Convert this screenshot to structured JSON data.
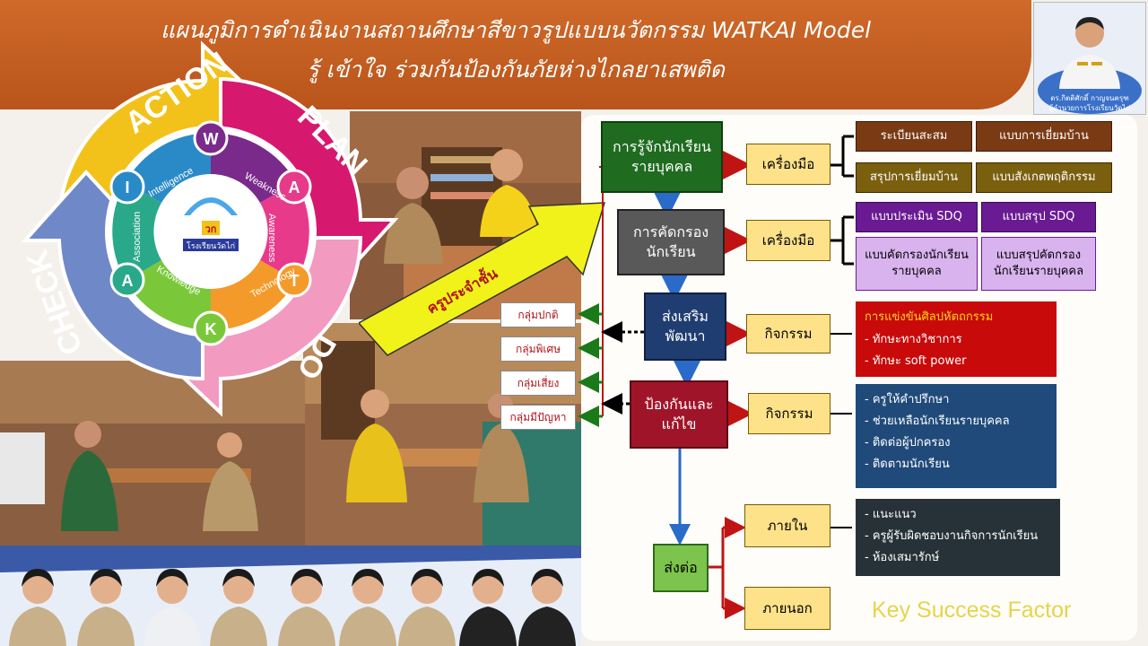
{
  "header": {
    "title_line1": "แผนภูมิการดำเนินงานสถานศึกษาสีขาวรูปแบบนวัตกรรม WATKAI  Model",
    "title_line2": "รู้ เข้าใจ ร่วมกันป้องกันภัยห่างไกลยาเสพติด",
    "director_caption_1": "ดร.กิตติศักดิ์ กาญจนครุฑ",
    "director_caption_2": "ผู้อำนวยการโรงเรียนวัดไก่"
  },
  "cycle": {
    "ring_labels": [
      "ACTION",
      "PLAN",
      "DO",
      "CHECK"
    ],
    "letters": [
      "W",
      "A",
      "T",
      "K",
      "A",
      "I"
    ],
    "words": [
      "Weakness",
      "Awareness",
      "Technology",
      "Knowledge",
      "Association",
      "Intelligence"
    ],
    "logo_letters": "วก",
    "logo_name": "โรงเรียนวัดไก่",
    "colors": {
      "action": "#f3c21a",
      "plan": "#d6196e",
      "do": "#f39ac1",
      "check": "#6f88c8"
    }
  },
  "banner": {
    "label": "ครูประจำชั้น",
    "color": "#f0f21a"
  },
  "groups": [
    "กลุ่มปกติ",
    "กลุ่มพิเศษ",
    "กลุ่มเสี่ยง",
    "กลุ่มมีปัญหา"
  ],
  "flow": {
    "step1": "การรู้จักนักเรียนรายบุคคล",
    "step2": "การคัดกรองนักเรียน",
    "step3": "ส่งเสริมพัฒนา",
    "step4": "ป้องกันและแก้ไข",
    "step5": "ส่งต่อ",
    "tool1": "เครื่องมือ",
    "tool2": "เครื่องมือ",
    "activity1": "กิจกรรม",
    "activity2": "กิจกรรม",
    "internal": "ภายใน",
    "external": "ภายนอก"
  },
  "tools1": [
    "ระเบียนสะสม",
    "แบบการเยี่ยมบ้าน",
    "สรุปการเยี่ยมบ้าน",
    "แบบสังเกตพฤติกรรม"
  ],
  "tools2": {
    "sdq_assess": "แบบประเมิน SDQ",
    "sdq_summary": "แบบสรุป SDQ",
    "screen_individual": "แบบคัดกรองนักเรียนรายบุคคล",
    "screen_summary": "แบบสรุปคัดกรองนักเรียนรายบุคคล"
  },
  "promote_panel": {
    "heading": "การแข่งขันศิลปหัตถกรรม",
    "items": [
      "- ทักษะทางวิชาการ",
      "- ทักษะ soft power"
    ]
  },
  "prevent_panel": {
    "items": [
      "- ครูให้คำปรึกษา",
      "- ช่วยเหลือนักเรียนรายบุคคล",
      "- ติดต่อผู้ปกครอง",
      "- ติดตามนักเรียน"
    ]
  },
  "internal_panel": {
    "items": [
      "- แนะแนว",
      "- ครูผู้รับผิดชอบงานกิจการนักเรียน",
      "- ห้องเสมารักษ์"
    ]
  },
  "footer": {
    "key_success": "Key Success Factor"
  }
}
